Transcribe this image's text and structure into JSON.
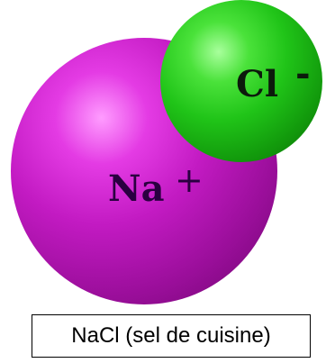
{
  "diagram": {
    "cation": {
      "symbol": "Na",
      "charge": "+",
      "color": "#c21ac2"
    },
    "anion": {
      "symbol": "Cl",
      "charge": "-",
      "color": "#20c418"
    },
    "caption": "NaCl (sel de cuisine)"
  }
}
